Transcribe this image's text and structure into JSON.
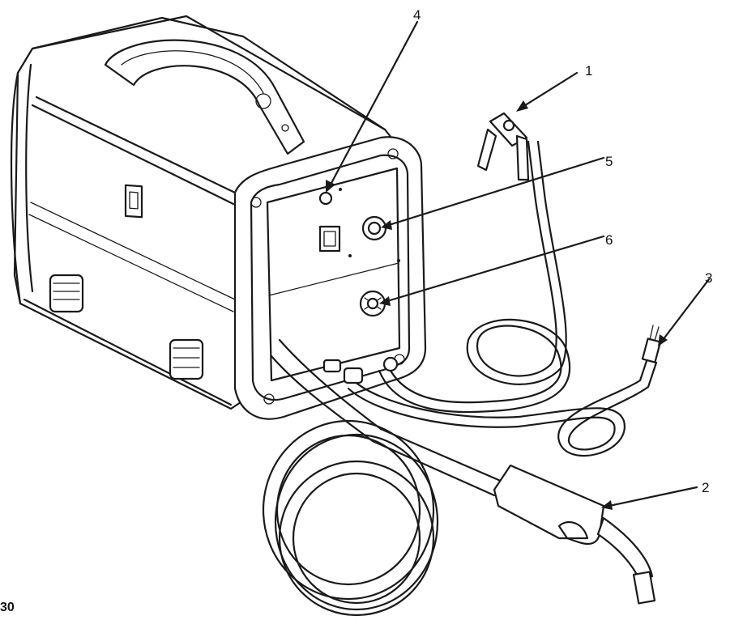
{
  "figure": {
    "number_label": "30"
  },
  "callouts": [
    {
      "id": "callout-1",
      "label": "1"
    },
    {
      "id": "callout-2",
      "label": "2"
    },
    {
      "id": "callout-3",
      "label": "3"
    },
    {
      "id": "callout-4",
      "label": "4"
    },
    {
      "id": "callout-5",
      "label": "5"
    },
    {
      "id": "callout-6",
      "label": "6"
    }
  ],
  "colors": {
    "line": "#1a1a1a",
    "background": "#ffffff"
  }
}
